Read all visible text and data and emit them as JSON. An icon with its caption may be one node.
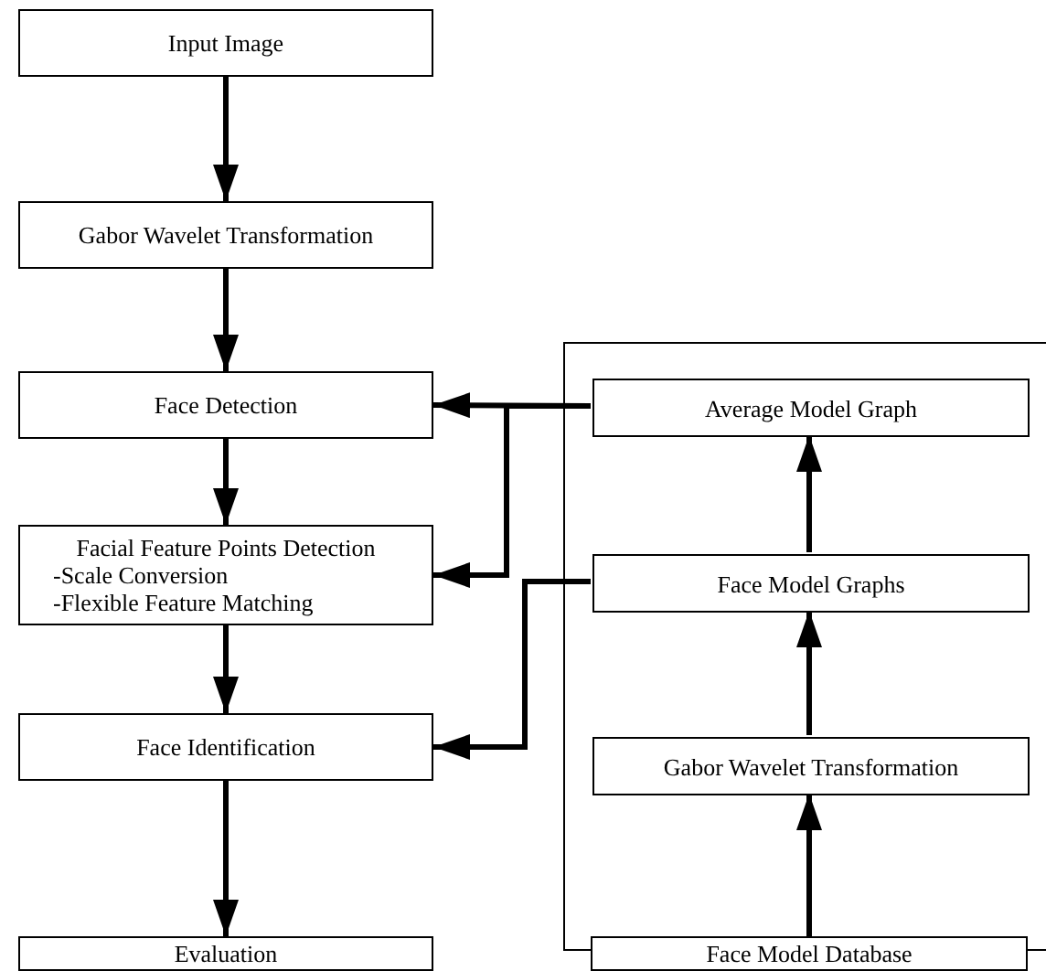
{
  "diagram": {
    "nodes": [
      {
        "text": [
          "Input Image"
        ]
      },
      {
        "text": [
          "Gabor Wavelet Transformation"
        ]
      },
      {
        "text": [
          "Face Detection"
        ]
      },
      {
        "text": [
          "Facial Feature Points Detection",
          "-Scale Conversion",
          "-Flexible Feature Matching"
        ]
      },
      {
        "text": [
          "Face Identification"
        ]
      },
      {
        "text": [
          "Evaluation"
        ]
      },
      {
        "text": [],
        "shape": "box"
      },
      {
        "text": [
          "Average Model Graph"
        ],
        "in": 6
      },
      {
        "text": [
          "Face Model Graphs"
        ],
        "in": 6
      },
      {
        "text": [
          "Gabor Wavelet Transformation"
        ],
        "in": 6
      },
      {
        "text": [
          "Face Model Database"
        ]
      }
    ],
    "edges": [
      {
        "from": 0,
        "to": 1,
        "arrow": "to"
      },
      {
        "from": 1,
        "to": 2,
        "arrow": "to"
      },
      {
        "from": 2,
        "to": 3,
        "arrow": "to"
      },
      {
        "from": 3,
        "to": 4,
        "arrow": "to"
      },
      {
        "from": 4,
        "to": 5,
        "arrow": "to"
      },
      {
        "from": 10,
        "to": 9,
        "arrow": "to"
      },
      {
        "from": 9,
        "to": 8,
        "arrow": "to"
      },
      {
        "from": 8,
        "to": 7,
        "arrow": "to"
      },
      {
        "from": 7,
        "to": 2,
        "arrow": "to"
      },
      {
        "from": 7,
        "to": 3,
        "arrow": "to"
      },
      {
        "from": 8,
        "to": 4,
        "arrow": "to"
      }
    ]
  }
}
